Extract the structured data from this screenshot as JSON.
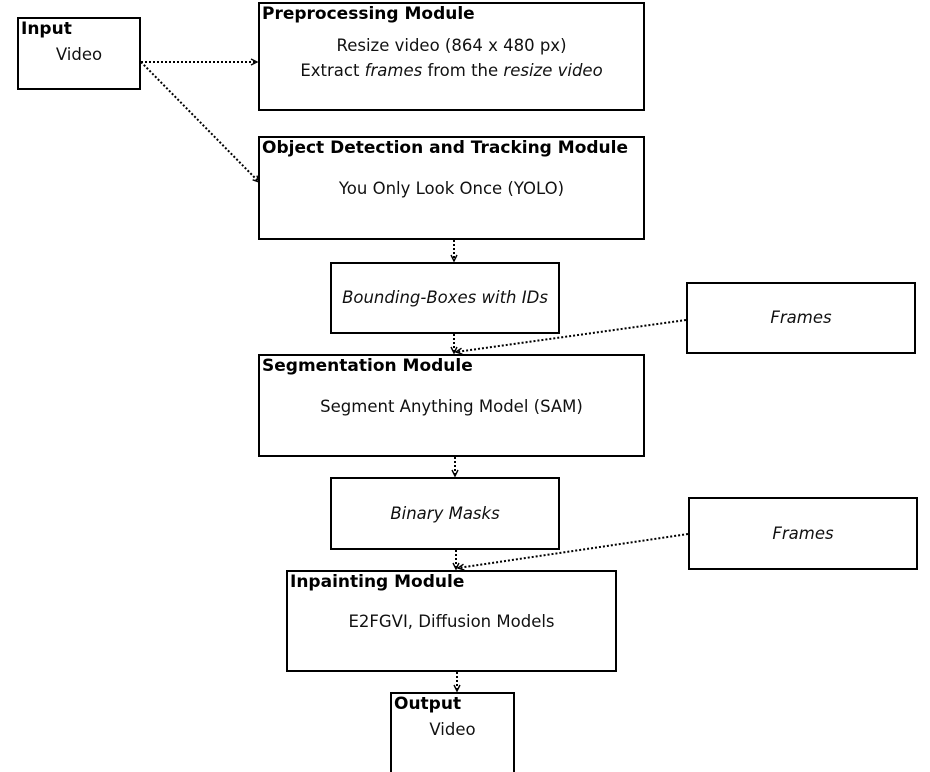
{
  "input": {
    "title": "Input",
    "text": "Video"
  },
  "preprocessing": {
    "title": "Preprocessing Module",
    "line1": "Resize video (864 x 480 px)",
    "line2_prefix": "Extract ",
    "line2_italic1": "frames",
    "line2_middle": " from the ",
    "line2_italic2": "resize video"
  },
  "detection": {
    "title": "Object Detection and Tracking Module",
    "text": "You Only Look Once  (YOLO)"
  },
  "bboxes": {
    "text": "Bounding-Boxes with IDs"
  },
  "frames1": {
    "text": "Frames"
  },
  "segmentation": {
    "title": "Segmentation Module",
    "text": "Segment Anything Model (SAM)"
  },
  "masks": {
    "text": "Binary Masks"
  },
  "frames2": {
    "text": "Frames"
  },
  "inpainting": {
    "title": "Inpainting Module",
    "text": "E2FGVI, Diffusion Models"
  },
  "output": {
    "title": "Output",
    "text": "Video"
  }
}
